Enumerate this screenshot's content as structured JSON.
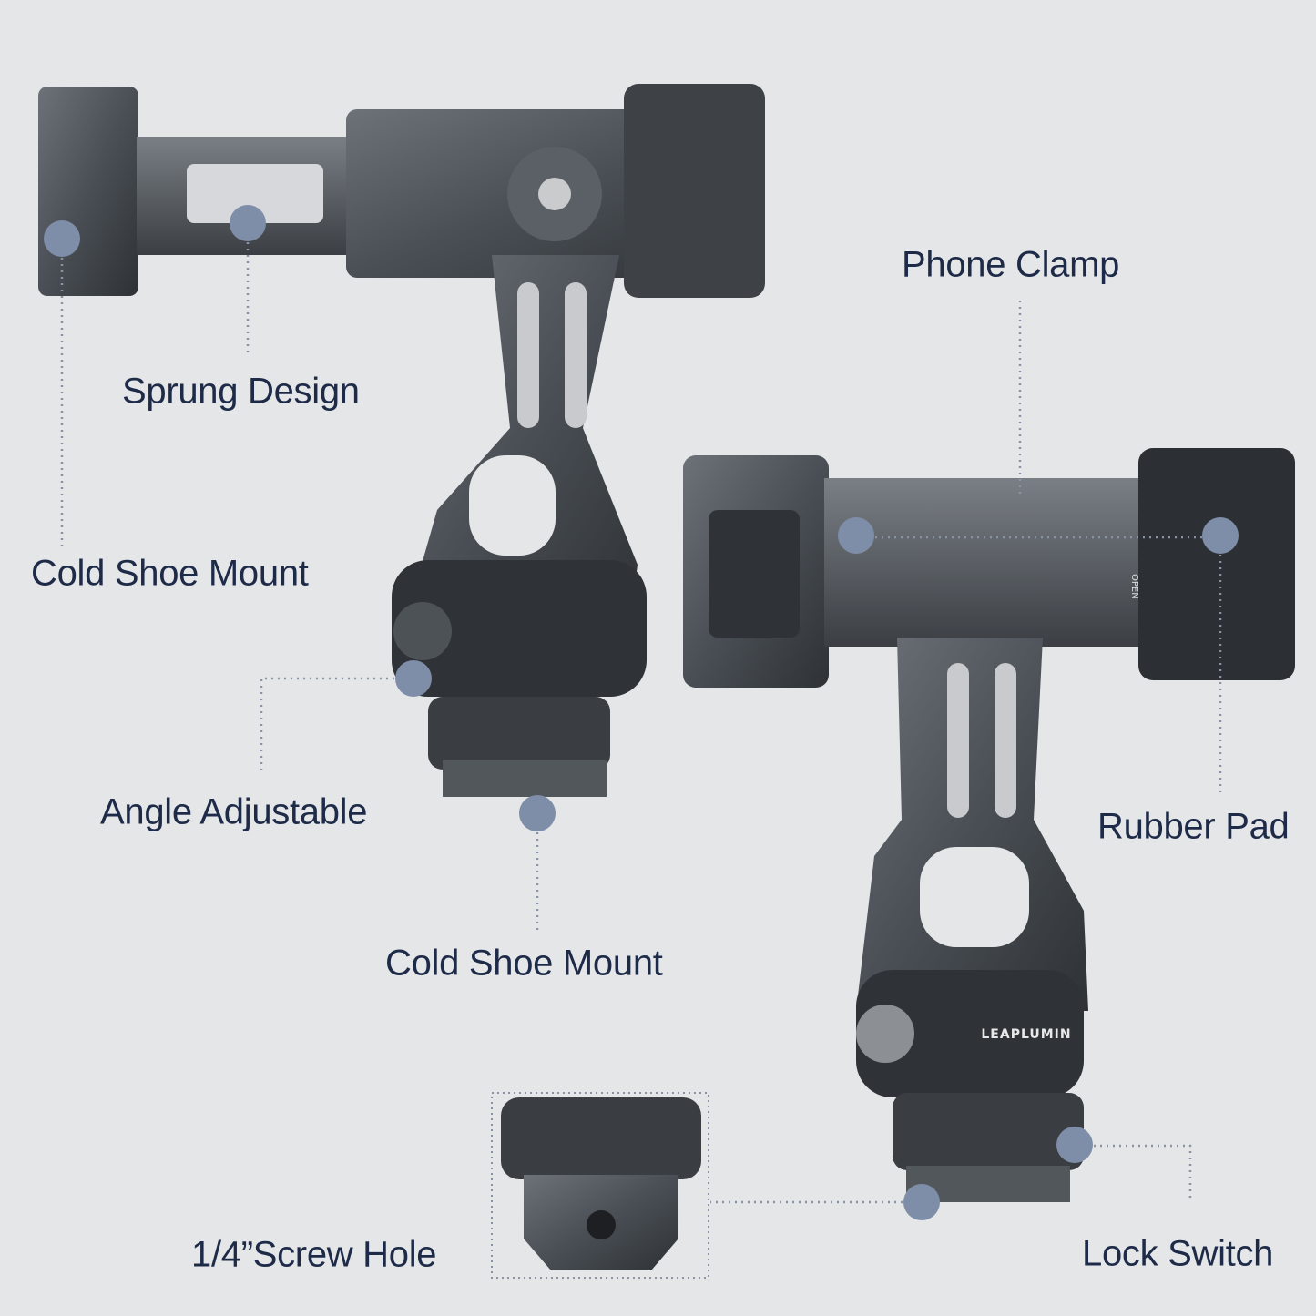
{
  "labels": {
    "sprung_design": "Sprung Design",
    "cold_shoe_mount_left": "Cold Shoe Mount",
    "phone_clamp": "Phone Clamp",
    "angle_adjustable": "Angle Adjustable",
    "rubber_pad": "Rubber Pad",
    "cold_shoe_mount_center": "Cold Shoe Mount",
    "screw_hole": "1/4”Screw Hole",
    "lock_switch": "Lock Switch"
  },
  "product": {
    "brand_logo": "LEAPLUMIN",
    "open_marking": "OPEN"
  },
  "colors": {
    "background": "#e5e6e8",
    "label_text": "#1e2b48",
    "callout_dot": "#7f8ea8",
    "metal": "#4a4f55"
  }
}
